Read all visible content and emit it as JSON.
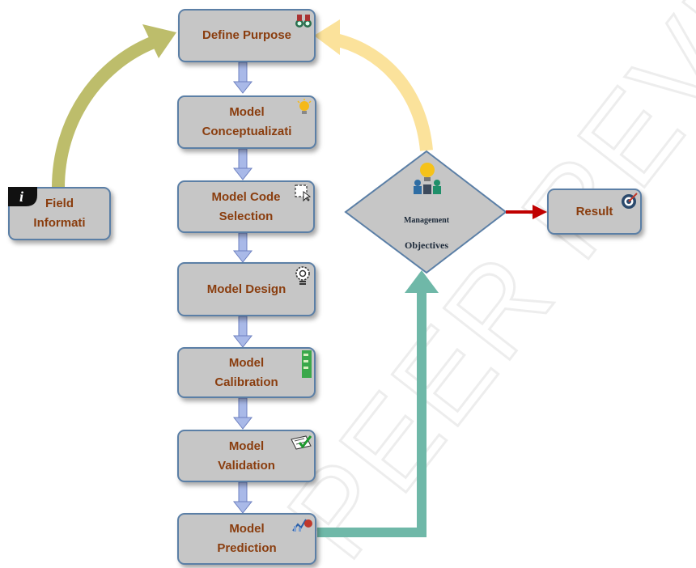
{
  "steps": [
    {
      "label": "Define Purpose",
      "icon": "binoculars-icon"
    },
    {
      "label": "Model\nConceptualizati",
      "icon": "lightbulb-icon"
    },
    {
      "label": "Model Code\nSelection",
      "icon": "cursor-select-icon"
    },
    {
      "label": "Model Design",
      "icon": "gear-bulb-icon"
    },
    {
      "label": "Model\nCalibration",
      "icon": "green-meter-icon"
    },
    {
      "label": "Model\nValidation",
      "icon": "checklist-icon"
    },
    {
      "label": "Model\nPrediction",
      "icon": "chart-trend-icon"
    }
  ],
  "side_box": {
    "label": "Field\nInformati",
    "icon": "info-icon"
  },
  "decision": {
    "line1": "Management",
    "line2": "Objectives",
    "icon": "team-idea-icon"
  },
  "result": {
    "label": "Result",
    "icon": "target-icon"
  },
  "watermark": "PEER REVIEW",
  "colors": {
    "box_fill": "#c6c6c6",
    "box_border": "#5b7fa6",
    "text": "#8a3d0e",
    "down_arrow": "#a9b9e8",
    "field_arrow": "#bdbd6b",
    "feedback_arrow": "#fbe29b",
    "prediction_arrow": "#6fb8a8",
    "result_arrow": "#c00000"
  }
}
